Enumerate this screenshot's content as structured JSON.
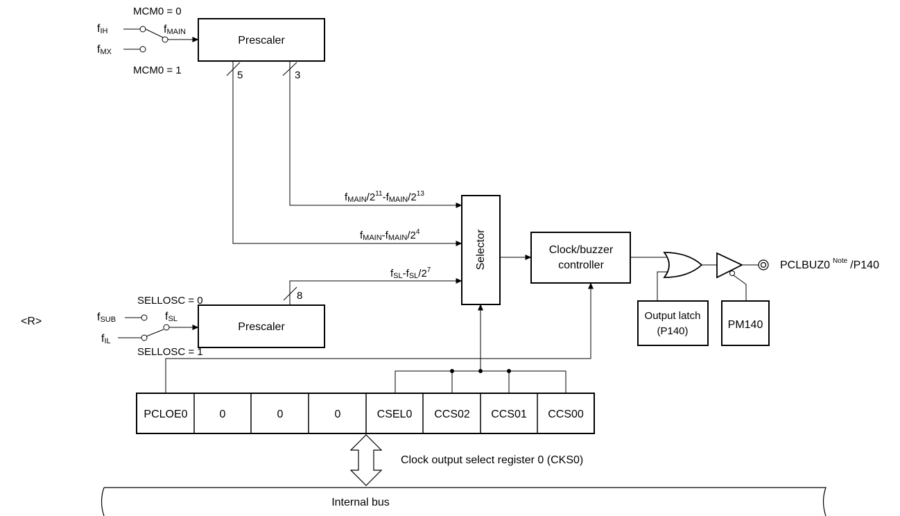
{
  "clock_inputs": {
    "mcm0_0": "MCM0 = 0",
    "mcm0_1": "MCM0 = 1",
    "fih": {
      "base": "f",
      "sub": "IH"
    },
    "fmx": {
      "base": "f",
      "sub": "MX"
    },
    "fmain": {
      "base": "f",
      "sub": "MAIN"
    },
    "sellosc_0": "SELLOSC = 0",
    "sellosc_1": "SELLOSC = 1",
    "fsub": {
      "base": "f",
      "sub": "SUB"
    },
    "fil": {
      "base": "f",
      "sub": "IL"
    },
    "fsl": {
      "base": "f",
      "sub": "SL"
    }
  },
  "blocks": {
    "prescaler_main": "Prescaler",
    "prescaler_sub": "Prescaler",
    "selector": "Selector",
    "controller_line1": "Clock/buzzer",
    "controller_line2": "controller",
    "output_latch_line1": "Output latch",
    "output_latch_line2": "(P140)",
    "pm140": "PM140"
  },
  "bus_widths": {
    "five": "5",
    "three": "3",
    "eight": "8"
  },
  "signals": {
    "sig1": {
      "a": "f",
      "a_sub": "MAIN",
      "b": "/2",
      "b_sup": "11",
      "c": "-f",
      "c_sub": "MAIN",
      "d": "/2",
      "d_sup": "13"
    },
    "sig2": {
      "a": "f",
      "a_sub": "MAIN",
      "b": "-f",
      "b_sub": "MAIN",
      "c": "/2",
      "c_sup": "4"
    },
    "sig3": {
      "a": "f",
      "a_sub": "SL",
      "b": "-f",
      "b_sub": "SL",
      "c": "/2",
      "c_sup": "7"
    }
  },
  "output_pin": {
    "name": "PCLBUZ0",
    "note": "Note",
    "suffix": "/P140"
  },
  "revision_mark": "<R>",
  "register": {
    "cells": [
      "PCLOE0",
      "0",
      "0",
      "0",
      "CSEL0",
      "CCS02",
      "CCS01",
      "CCS00"
    ],
    "caption": "Clock output select register 0 (CKS0)"
  },
  "internal_bus": "Internal bus"
}
